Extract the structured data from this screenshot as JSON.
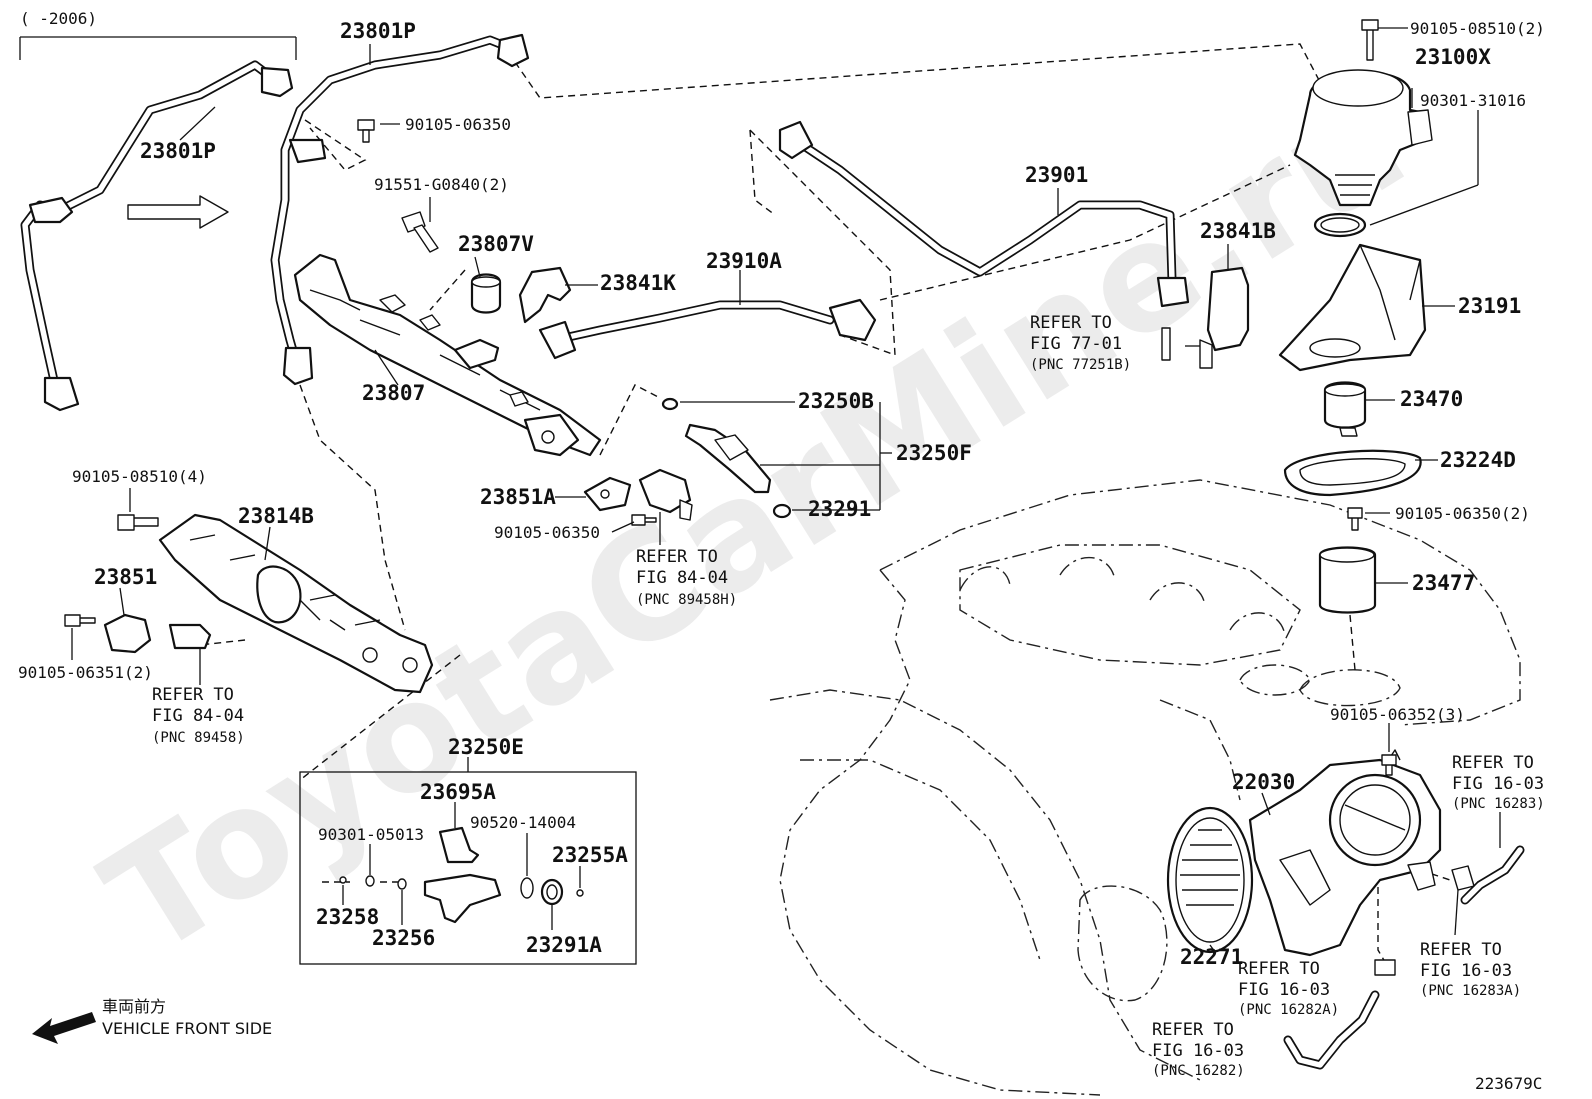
{
  "date_range": "(    -2006)",
  "watermark": "ToyotaCarMine.ru",
  "diagram_id": "223679C",
  "front_side": {
    "jp": "車両前方",
    "en": "VEHICLE FRONT SIDE"
  },
  "parts": {
    "p23801P_a": "23801P",
    "p23801P_b": "23801P",
    "p90105_08510_2": "90105-08510(2)",
    "p23100X": "23100X",
    "p90301_31016": "90301-31016",
    "p90105_06350_a": "90105-06350",
    "p91551_G0840": "91551-G0840(2)",
    "p23807V": "23807V",
    "p23841K": "23841K",
    "p23910A": "23910A",
    "p23901": "23901",
    "p23841B": "23841B",
    "p23191": "23191",
    "p23807": "23807",
    "p23250B": "23250B",
    "p23250F": "23250F",
    "p23470": "23470",
    "p23224D": "23224D",
    "p23851A": "23851A",
    "p23291": "23291",
    "p90105_06350_b": "90105-06350",
    "p90105_06350_2": "90105-06350(2)",
    "p90105_08510_4": "90105-08510(4)",
    "p23814B": "23814B",
    "p23851": "23851",
    "p23477": "23477",
    "p90105_06351": "90105-06351(2)",
    "p23250E": "23250E",
    "p23695A": "23695A",
    "p90301_05013": "90301-05013",
    "p90520_14004": "90520-14004",
    "p23255A": "23255A",
    "p23258": "23258",
    "p23256": "23256",
    "p23291A": "23291A",
    "p90105_06352": "90105-06352(3)",
    "p22030": "22030",
    "p22271": "22271"
  },
  "refs": {
    "r77_01": {
      "l1": "REFER TO",
      "l2": "FIG 77-01",
      "l3": "(PNC 77251B)"
    },
    "r84_04a": {
      "l1": "REFER TO",
      "l2": "FIG 84-04",
      "l3": "(PNC 89458H)"
    },
    "r84_04b": {
      "l1": "REFER TO",
      "l2": "FIG 84-04",
      "l3": "(PNC 89458)"
    },
    "r16_03a": {
      "l1": "REFER TO",
      "l2": "FIG 16-03",
      "l3": "(PNC 16283)"
    },
    "r16_03b": {
      "l1": "REFER TO",
      "l2": "FIG 16-03",
      "l3": "(PNC 16282A)"
    },
    "r16_03c": {
      "l1": "REFER TO",
      "l2": "FIG 16-03",
      "l3": "(PNC 16283A)"
    },
    "r16_03d": {
      "l1": "REFER TO",
      "l2": "FIG 16-03",
      "l3": "(PNC 16282)"
    }
  }
}
